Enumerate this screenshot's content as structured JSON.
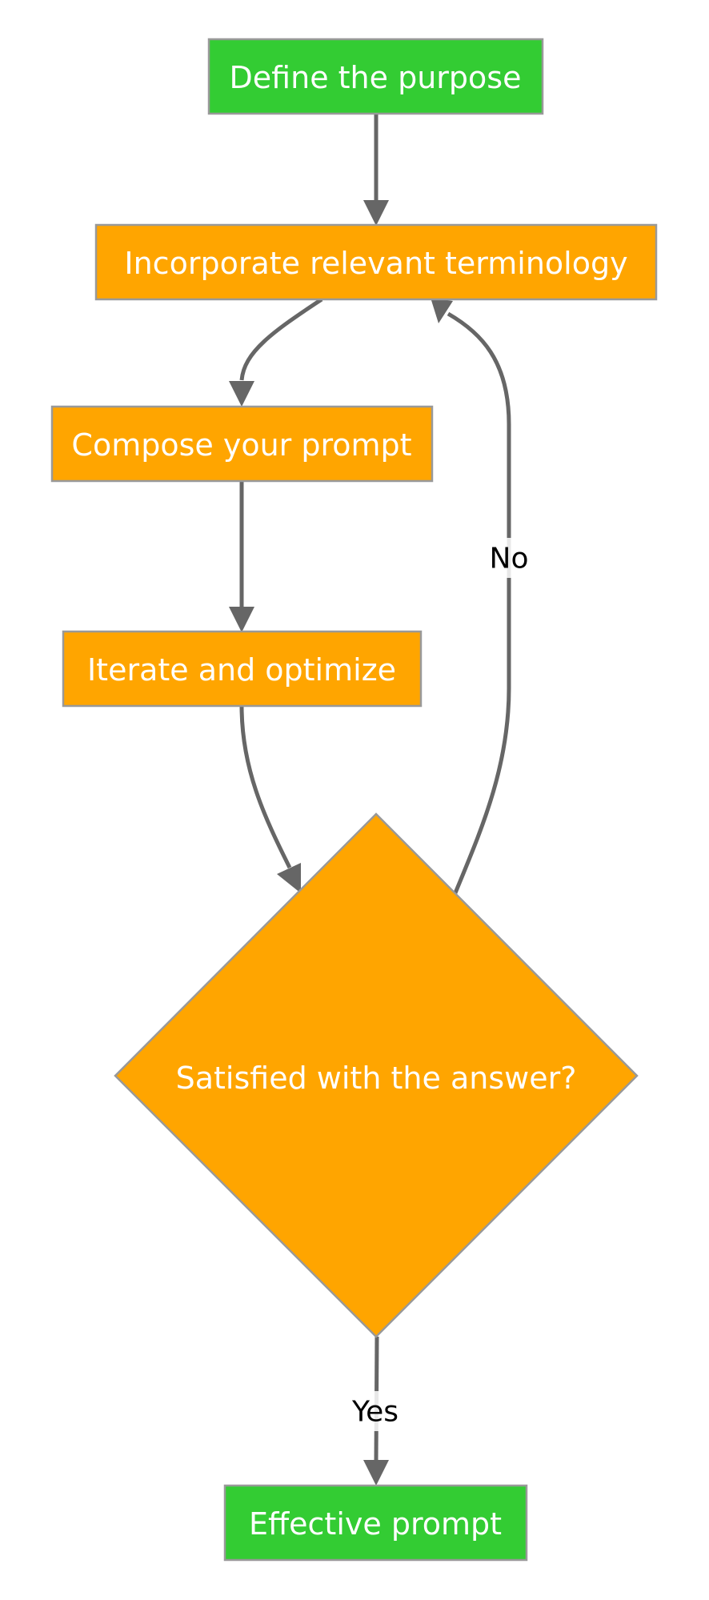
{
  "nodes": {
    "define": {
      "label": "Define the purpose",
      "shape": "rect",
      "color": "#33cc33"
    },
    "terminology": {
      "label": "Incorporate relevant terminology",
      "shape": "rect",
      "color": "#ffa500"
    },
    "compose": {
      "label": "Compose your prompt",
      "shape": "rect",
      "color": "#ffa500"
    },
    "iterate": {
      "label": "Iterate and optimize",
      "shape": "rect",
      "color": "#ffa500"
    },
    "decision": {
      "label": "Satisfied with the answer?",
      "shape": "diamond",
      "color": "#ffa500"
    },
    "effective": {
      "label": "Effective prompt",
      "shape": "rect",
      "color": "#33cc33"
    }
  },
  "edges": {
    "no": {
      "from": "decision",
      "to": "terminology",
      "label": "No"
    },
    "yes": {
      "from": "decision",
      "to": "effective",
      "label": "Yes"
    }
  },
  "colors": {
    "edge": "#666666",
    "border": "#999999",
    "node_text": "#ffffff"
  }
}
